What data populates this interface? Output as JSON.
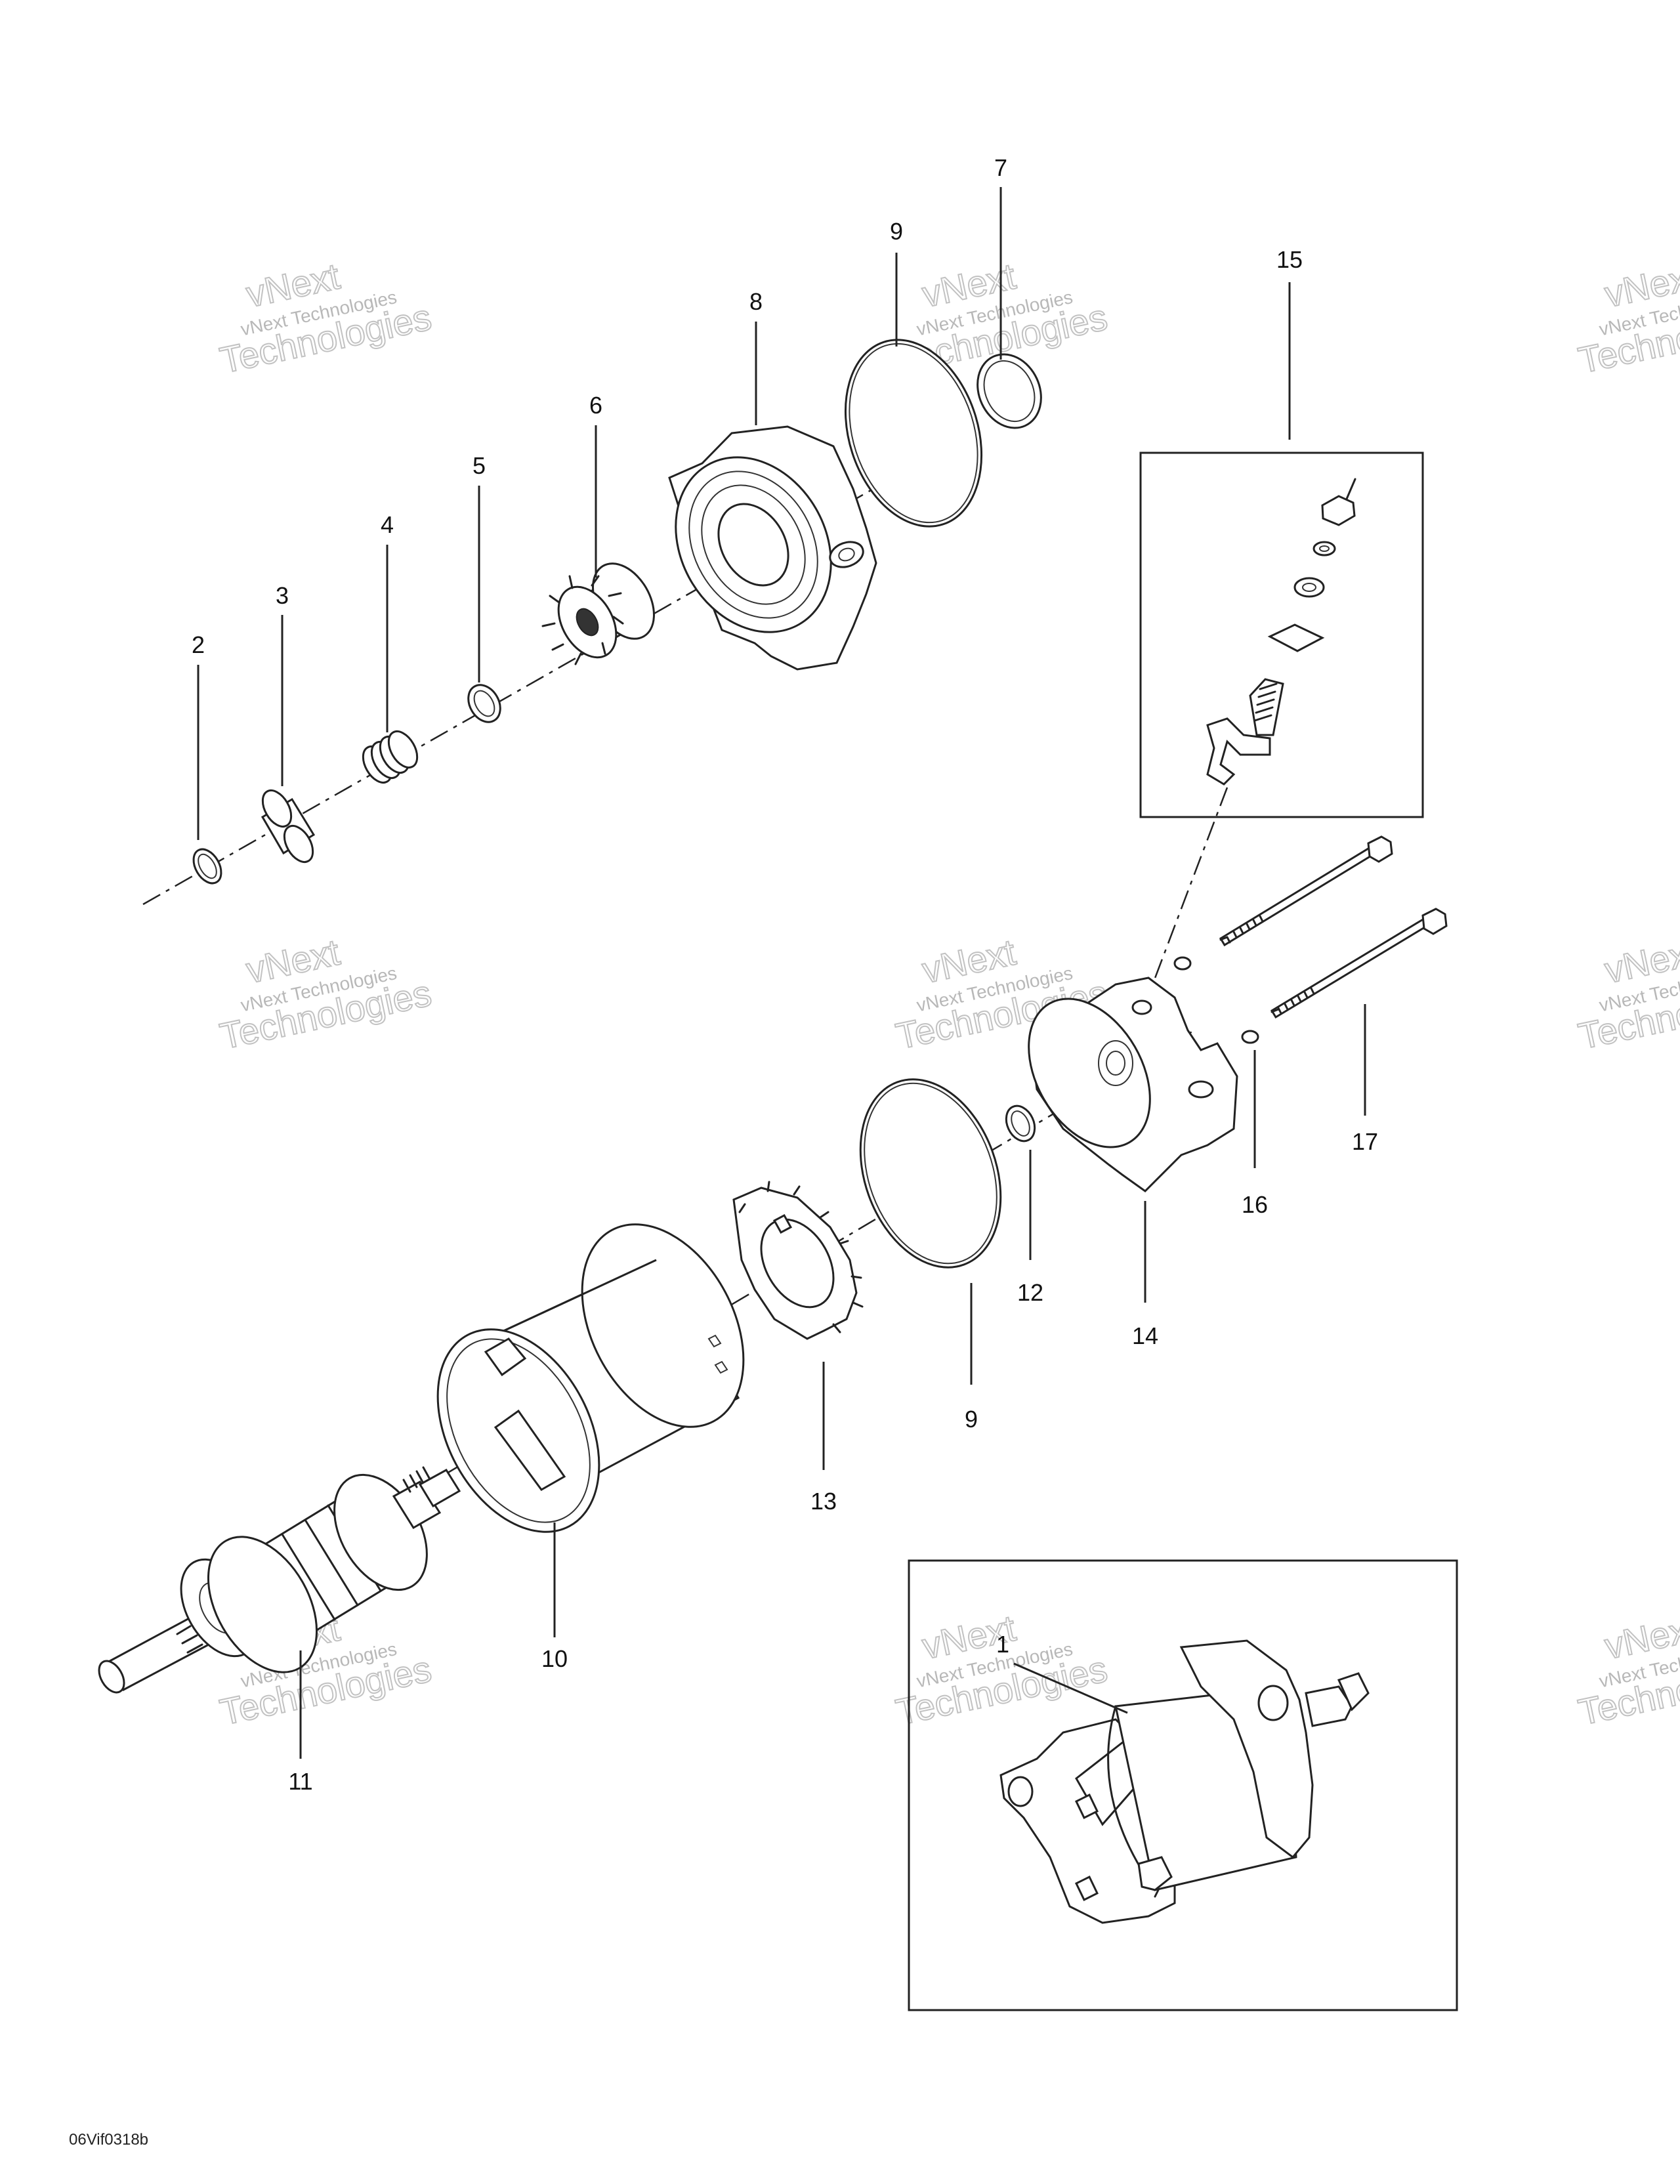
{
  "diagram": {
    "reference_code": "06Vif0318b",
    "watermark": {
      "line1": "vNext",
      "line2": "vNext Technologies",
      "line3": "Technologies"
    },
    "callouts": [
      {
        "id": "c1",
        "label": "1"
      },
      {
        "id": "c2",
        "label": "2"
      },
      {
        "id": "c3",
        "label": "3"
      },
      {
        "id": "c4",
        "label": "4"
      },
      {
        "id": "c5",
        "label": "5"
      },
      {
        "id": "c6",
        "label": "6"
      },
      {
        "id": "c7",
        "label": "7"
      },
      {
        "id": "c8",
        "label": "8"
      },
      {
        "id": "c9a",
        "label": "9"
      },
      {
        "id": "c9b",
        "label": "9"
      },
      {
        "id": "c10",
        "label": "10"
      },
      {
        "id": "c11",
        "label": "11"
      },
      {
        "id": "c12",
        "label": "12"
      },
      {
        "id": "c13",
        "label": "13"
      },
      {
        "id": "c14",
        "label": "14"
      },
      {
        "id": "c15",
        "label": "15"
      },
      {
        "id": "c16",
        "label": "16"
      },
      {
        "id": "c17",
        "label": "17"
      }
    ]
  }
}
